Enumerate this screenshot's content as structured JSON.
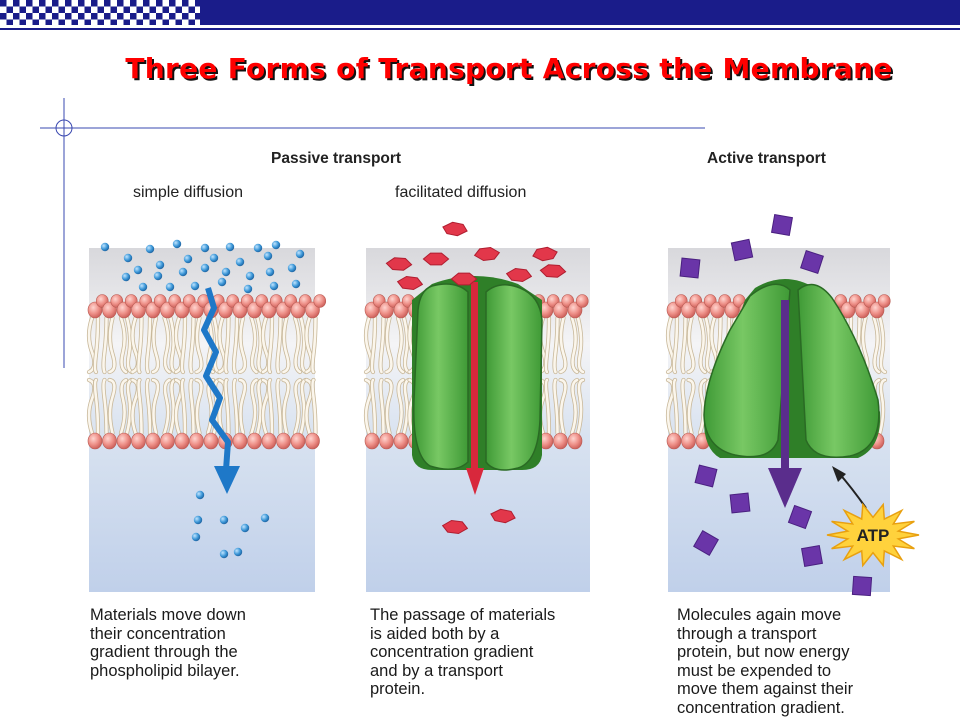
{
  "slide": {
    "title": "Three Forms of Transport Across the Membrane",
    "colors": {
      "bar": "#1a1c8a",
      "title": "#ff0000",
      "protein": "#5fb84a",
      "passive_arrow": "#d8283c",
      "active_arrow": "#5a2d8c",
      "diffusion_arrow": "#1e78c8",
      "atp": "#ffd23c"
    }
  },
  "headings": {
    "passive": "Passive transport",
    "active": "Active transport"
  },
  "panels": [
    {
      "subtitle": "simple diffusion",
      "caption": "Materials move down\ntheir concentration\ngradient through the\nphospholipid bilayer."
    },
    {
      "subtitle": "facilitated diffusion",
      "caption": "The passage of materials\nis aided both by a\nconcentration gradient\nand by a transport\nprotein."
    },
    {
      "subtitle": "",
      "caption": "Molecules again move\nthrough a transport\nprotein, but now energy\nmust be expended to\nmove them against their\nconcentration gradient."
    }
  ],
  "atp_label": "ATP"
}
